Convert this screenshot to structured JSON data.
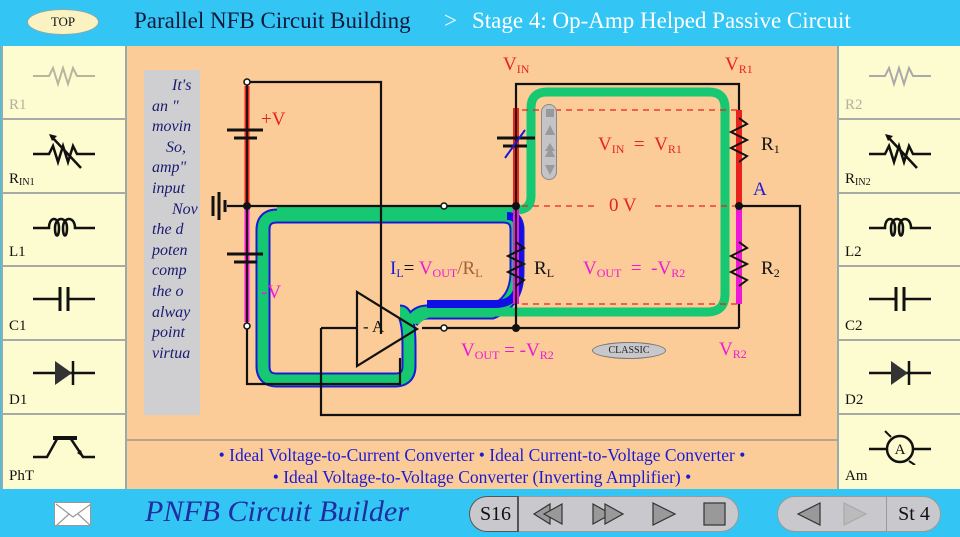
{
  "header": {
    "top_label": "TOP",
    "breadcrumb_root": "Parallel NFB Circuit Building",
    "separator": ">",
    "breadcrumb_current": "Stage 4: Op-Amp Helped Passive Circuit"
  },
  "palette_left": [
    {
      "name": "R",
      "sub": "1",
      "label": "R1",
      "icon": "resistor-icon",
      "dimmed": true
    },
    {
      "name": "R",
      "sub": "IN1",
      "label": "RIN1",
      "icon": "variable-resistor-icon",
      "dimmed": false
    },
    {
      "name": "L1",
      "sub": "",
      "label": "L1",
      "icon": "inductor-icon",
      "dimmed": false
    },
    {
      "name": "C1",
      "sub": "",
      "label": "C1",
      "icon": "capacitor-icon",
      "dimmed": false
    },
    {
      "name": "D1",
      "sub": "",
      "label": "D1",
      "icon": "diode-icon",
      "dimmed": false
    },
    {
      "name": "PhT",
      "sub": "",
      "label": "PhT",
      "icon": "phototransistor-icon",
      "dimmed": false
    }
  ],
  "palette_right": [
    {
      "name": "R",
      "sub": "2",
      "label": "R2",
      "icon": "resistor-icon",
      "dimmed": true
    },
    {
      "name": "R",
      "sub": "IN2",
      "label": "RIN2",
      "icon": "variable-resistor-icon",
      "dimmed": false
    },
    {
      "name": "L2",
      "sub": "",
      "label": "L2",
      "icon": "inductor-icon",
      "dimmed": false
    },
    {
      "name": "C2",
      "sub": "",
      "label": "C2",
      "icon": "capacitor-icon",
      "dimmed": false
    },
    {
      "name": "D2",
      "sub": "",
      "label": "D2",
      "icon": "diode-icon",
      "dimmed": false
    },
    {
      "name": "Am",
      "sub": "",
      "label": "Am",
      "icon": "ammeter-icon",
      "dimmed": false
    }
  ],
  "explanation_lines": [
    "It's",
    "an \"",
    "movin",
    "So,",
    "amp\"",
    "input",
    "Nov",
    "the d",
    "poten",
    "comp",
    "the o",
    "alway",
    "point",
    "virtua"
  ],
  "circuit": {
    "plus_v": "+V",
    "minus_v": "-V",
    "vin_label": {
      "main": "V",
      "sub": "IN"
    },
    "vr1_label": {
      "main": "V",
      "sub": "R1"
    },
    "vr2_label": {
      "main": "V",
      "sub": "R2"
    },
    "eq_top": {
      "a": "V",
      "a_sub": "IN",
      "op": "=",
      "b": "V",
      "b_sub": "R1"
    },
    "zero_v": "0 V",
    "node_a": "A",
    "r1": {
      "main": "R",
      "sub": "1"
    },
    "r2": {
      "main": "R",
      "sub": "2"
    },
    "rl": {
      "main": "R",
      "sub": "L"
    },
    "il_eq": {
      "i": "I",
      "i_sub": "L",
      "eq": "=",
      "v": "V",
      "v_sub": "OUT",
      "slash": "/",
      "r": "R",
      "r_sub": "L"
    },
    "eq_mid": {
      "a": "V",
      "a_sub": "OUT",
      "op": "=",
      "b": "-V",
      "b_sub": "R2"
    },
    "eq_bottom": {
      "a": "V",
      "a_sub": "OUT",
      "op": "=",
      "b": "-V",
      "b_sub": "R2"
    },
    "opamp_minus": "-",
    "opamp_label": "A",
    "classic_button": "CLASSIC"
  },
  "links": {
    "bullet": "•",
    "items": [
      "Ideal Voltage-to-Current Converter",
      "Ideal Current-to-Voltage Converter",
      "Ideal Voltage-to-Voltage Converter (Inverting Amplifier)"
    ]
  },
  "footer": {
    "title": "PNFB Circuit Builder",
    "slide": "S16",
    "stage": "St 4",
    "controls": [
      "rewind",
      "fast-forward",
      "play",
      "stop"
    ],
    "stage_nav": [
      "previous-stage",
      "next-stage"
    ]
  },
  "colors": {
    "frame_blue": "#33c6f5",
    "panel_peach": "#fbcb98",
    "palette_cream": "#fdfbd0",
    "current_green": "#16c872",
    "current_blue": "#1010e6",
    "positive_red": "#e8231c",
    "negative_magenta": "#ee18d6"
  }
}
